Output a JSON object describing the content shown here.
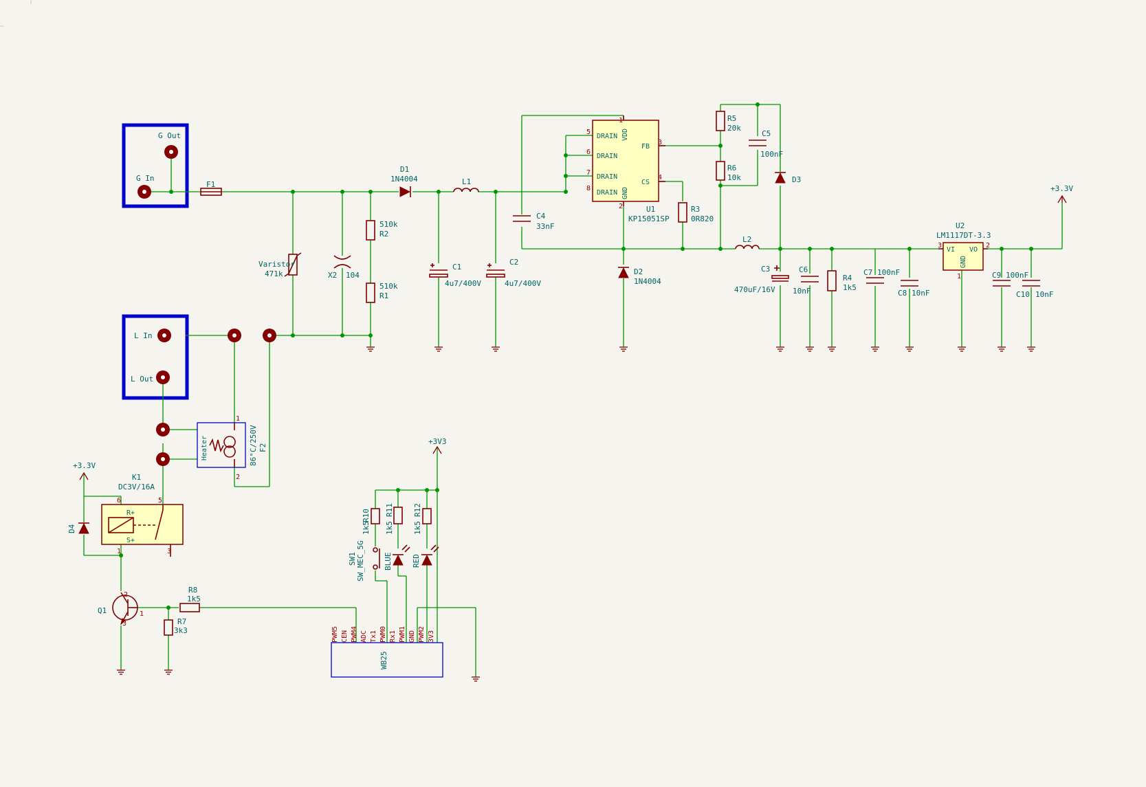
{
  "terminals": {
    "g_out": "G Out",
    "g_in": "G In",
    "l_in": "L In",
    "l_out": "L Out"
  },
  "components": {
    "f1": {
      "ref": "F1"
    },
    "d1": {
      "ref": "D1",
      "value": "1N4004"
    },
    "l1": {
      "ref": "L1"
    },
    "varistor": {
      "ref": "Varistor",
      "value": "471k"
    },
    "x2": {
      "ref": "X2",
      "value": "104"
    },
    "r2": {
      "ref": "R2",
      "value": "510k"
    },
    "r1": {
      "ref": "R1",
      "value": "510k"
    },
    "c1": {
      "ref": "C1",
      "value": "4u7/400V"
    },
    "c2": {
      "ref": "C2",
      "value": "4u7/400V"
    },
    "c4": {
      "ref": "C4",
      "value": "33nF"
    },
    "u1": {
      "ref": "U1",
      "value": "KP15051SP",
      "pins": [
        "DRAIN",
        "DRAIN",
        "DRAIN",
        "DRAIN",
        "VDD",
        "GND",
        "FB",
        "CS"
      ]
    },
    "r5": {
      "ref": "R5",
      "value": "20k"
    },
    "r6": {
      "ref": "R6",
      "value": "10k"
    },
    "c5": {
      "ref": "C5",
      "value": "100nF"
    },
    "d3": {
      "ref": "D3"
    },
    "r3": {
      "ref": "R3",
      "value": "0R820"
    },
    "d2": {
      "ref": "D2",
      "value": "1N4004"
    },
    "l2": {
      "ref": "L2"
    },
    "c3": {
      "ref": "C3",
      "value": "470uF/16V"
    },
    "c6": {
      "ref": "C6",
      "value": "10nF"
    },
    "r4": {
      "ref": "R4",
      "value": "1k5"
    },
    "c7": {
      "ref": "C7",
      "value": "100nF"
    },
    "c8": {
      "ref": "C8",
      "value": "10nF"
    },
    "u2": {
      "ref": "U2",
      "value": "LM1117DT-3.3",
      "pins": [
        "VI",
        "VO",
        "GND"
      ]
    },
    "c9": {
      "ref": "C9",
      "value": "100nF"
    },
    "c10": {
      "ref": "C10",
      "value": "10nF"
    },
    "f2": {
      "ref": "F2",
      "value": "86°C/250V",
      "heater": "Heater"
    },
    "k1": {
      "ref": "K1",
      "value": "DC3V/16A",
      "pins": [
        "R+",
        "S+"
      ]
    },
    "d4": {
      "ref": "D4"
    },
    "q1": {
      "ref": "Q1"
    },
    "r8": {
      "ref": "R8",
      "value": "1k5"
    },
    "r7": {
      "ref": "R7",
      "value": "3k3"
    },
    "r10": {
      "ref": "R10",
      "value": "1k5"
    },
    "r11": {
      "ref": "R11",
      "value": "1k5"
    },
    "r12": {
      "ref": "R12",
      "value": "1k5"
    },
    "sw1": {
      "ref": "SW1",
      "value": "SW_MEC_5G"
    },
    "led_blue": {
      "value": "BLUE"
    },
    "led_red": {
      "value": "RED"
    },
    "wb25": {
      "ref": "WB25",
      "pins": [
        "PWM5",
        "CEN",
        "PWM4",
        "ADC",
        "Tx1",
        "PWM0",
        "Rx1",
        "PWM1",
        "GND",
        "PWM2",
        "3V3"
      ]
    }
  },
  "power": {
    "p33_right": "+3.3V",
    "p33_left": "+3.3V",
    "p3v3": "+3V3"
  },
  "pin_numbers": [
    "1",
    "2",
    "3",
    "4",
    "5",
    "6",
    "7",
    "8"
  ]
}
